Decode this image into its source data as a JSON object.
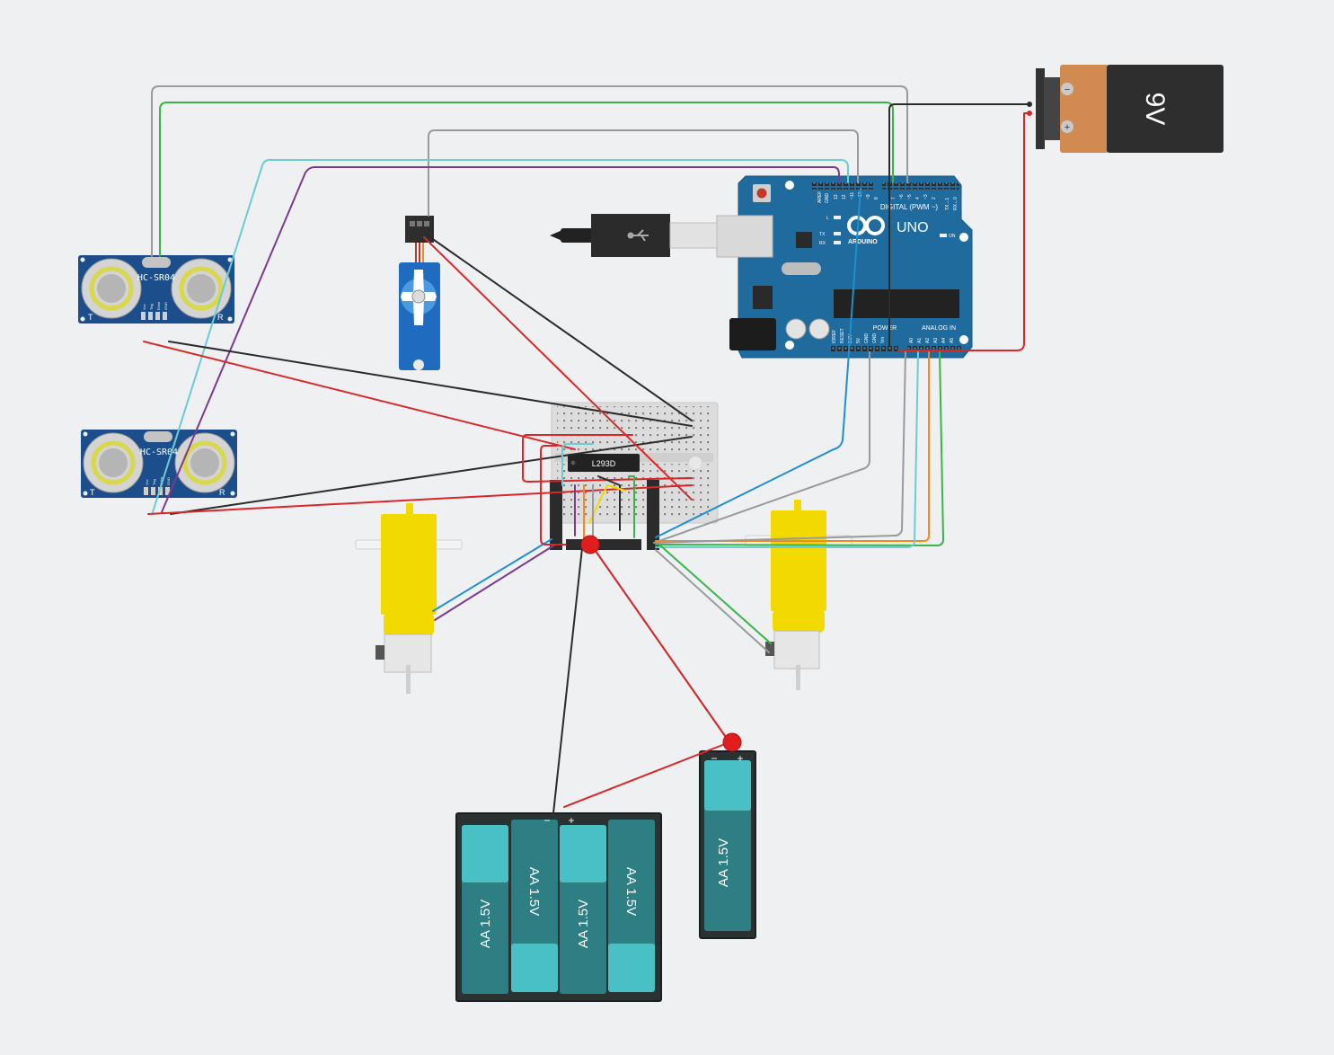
{
  "colors": {
    "wire_gray": "#9a9a9a",
    "wire_green": "#3bb34a",
    "wire_cyan": "#6ccbd3",
    "wire_purple": "#7b3a8f",
    "wire_black": "#2b2b2b",
    "wire_red": "#d62828",
    "wire_blue": "#1f8fcf",
    "wire_orange": "#f08a1c",
    "arduino_blue": "#1f6b9e",
    "sensor_blue": "#1b4e8a",
    "battery_teal": "#49c1c4",
    "motor_yellow": "#f2da00"
  },
  "battery9v": {
    "label": "9V",
    "minus": "−",
    "plus": "+"
  },
  "arduino": {
    "digital_label": "DIGITAL (PWM ~)",
    "uno_label": "UNO",
    "brand_label": "ARDUINO",
    "on_label": "ON",
    "power_label": "POWER",
    "analog_label": "ANALOG IN",
    "aref": "AREF",
    "gnd": "GND",
    "pin13": "13",
    "pin12": "12",
    "pin11": "~11",
    "pin10": "~10",
    "pin9": "~9",
    "pin8": "8",
    "pin7": "7",
    "pin6": "~6",
    "pin5": "~5",
    "pin4": "4",
    "pin3": "~3",
    "pin2": "2",
    "tx1": "TX→1",
    "rx0": "RX←0",
    "led_l": "L",
    "led_tx": "TX",
    "led_rx": "RX",
    "ioref": "IOREF",
    "reset": "RESET",
    "v33": "3.3V",
    "v5": "5V",
    "gnd1": "GND",
    "gnd2": "GND",
    "vin": "Vin",
    "a0": "A0",
    "a1": "A1",
    "a2": "A2",
    "a3": "A3",
    "a4": "A4",
    "a5": "A5"
  },
  "sensor1": {
    "label": "HC-SR04",
    "t": "T",
    "r": "R",
    "pin_vcc": "Vcc",
    "pin_trig": "Trig",
    "pin_echo": "Echo",
    "pin_gnd": "GND"
  },
  "sensor2": {
    "label": "HC-SR04",
    "t": "T",
    "r": "R",
    "pin_vcc": "Vcc",
    "pin_trig": "Trig",
    "pin_echo": "Echo",
    "pin_gnd": "GND"
  },
  "driver": {
    "label": "L293D"
  },
  "battery_pack4": {
    "cell1": "AA 1.5V",
    "cell2": "AA 1.5V",
    "cell3": "AA 1.5V",
    "cell4": "AA 1.5V",
    "minus": "−",
    "plus": "+"
  },
  "battery_pack1": {
    "cell1": "AA 1.5V",
    "minus": "−",
    "plus": "+"
  }
}
